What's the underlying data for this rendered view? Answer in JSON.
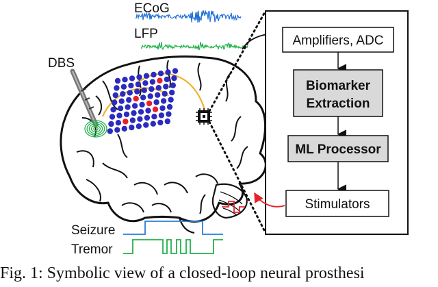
{
  "signals": {
    "ecog_label": "ECoG",
    "lfp_label": "LFP",
    "dbs_label": "DBS",
    "ecog_color": "#1f6fd6",
    "lfp_color": "#22b04a"
  },
  "pipeline": {
    "amplifiers": "Amplifiers, ADC",
    "biomarker_line1": "Biomarker",
    "biomarker_line2": "Extraction",
    "ml": "ML Processor",
    "stimulators": "Stimulators",
    "shade_color": "#d9d9d9"
  },
  "states": {
    "seizure_label": "Seizure",
    "tremor_label": "Tremor",
    "seizure_color": "#2a7fd4",
    "tremor_color": "#22b04a"
  },
  "electrodes": {
    "normal_color": "#2b2bbf",
    "active_color": "#e8202a",
    "wire_color": "#f0b030"
  },
  "caption": "Fig. 1: Symbolic view of a closed-loop neural prosthesi"
}
